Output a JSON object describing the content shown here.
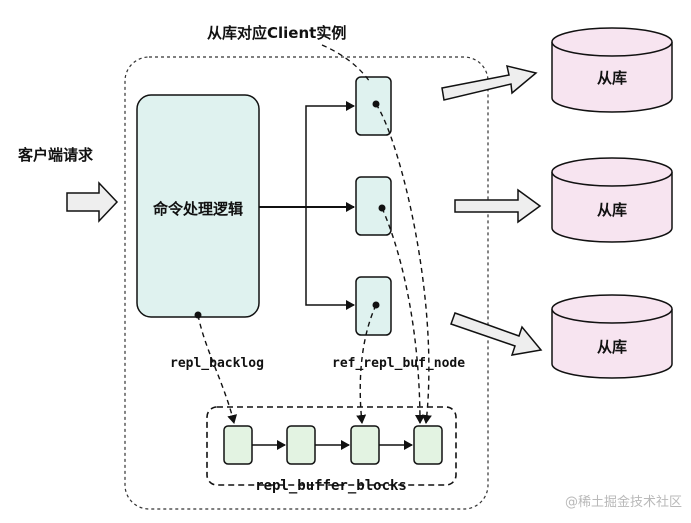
{
  "labels": {
    "client_request": "客户端请求",
    "replica_client_instance": "从库对应Client实例",
    "command_logic": "命令处理逻辑",
    "repl_backlog": "repl_backlog",
    "ref_repl_buf_node": "ref_repl_buf_node",
    "repl_buffer_blocks": "repl_buffer_blocks"
  },
  "replicas": [
    {
      "label": "从库"
    },
    {
      "label": "从库"
    },
    {
      "label": "从库"
    }
  ],
  "watermark": "@稀土掘金技术社区",
  "colors": {
    "logic_fill": "#dff2ef",
    "client_fill": "#dff2ef",
    "block_fill": "#e3f3e2",
    "replica_fill": "#f7e4f0",
    "arrow_fill": "#eeeeee",
    "stroke": "#111111"
  }
}
